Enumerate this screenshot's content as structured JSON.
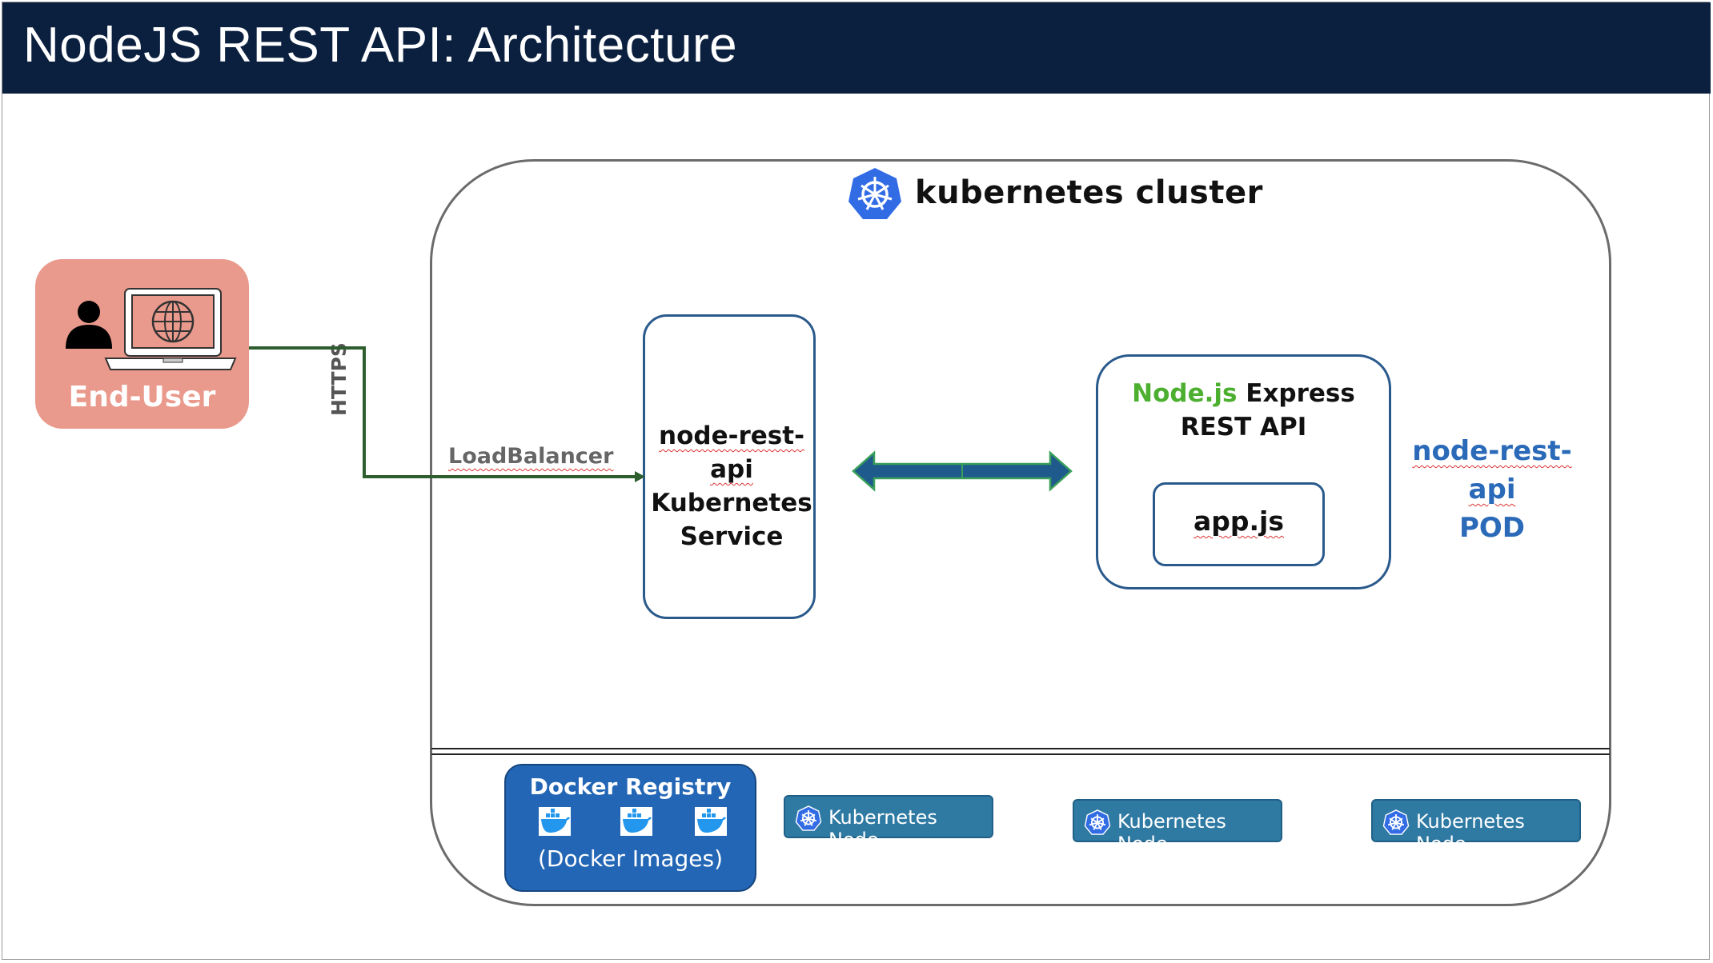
{
  "slide": {
    "title": "NodeJS REST API: Architecture"
  },
  "cluster": {
    "title": "kubernetes cluster",
    "logo_icon": "kubernetes-helm-icon"
  },
  "end_user": {
    "label": "End-User",
    "fill_color": "#ea9a8c",
    "icons": [
      "person-icon",
      "laptop-globe-icon"
    ]
  },
  "connection": {
    "protocol_label": "HTTPS",
    "service_type_label": "LoadBalancer",
    "line_color": "#2e5e2e"
  },
  "service": {
    "line1": "node-rest-api",
    "line2": "Kubernetes",
    "line3": "Service"
  },
  "pod": {
    "title_nodejs": "Node.js",
    "title_express": " Express",
    "title_line2": "REST API",
    "app_file": "app.js",
    "name_line1": "node-rest-api",
    "name_line2": "POD",
    "name_color": "#2a6ab8"
  },
  "registry": {
    "title": "Docker Registry",
    "subtitle": "(Docker Images)",
    "icon": "docker-whale-icon",
    "fill_color": "#2366b5"
  },
  "nodes": [
    {
      "label": "Kubernetes Node"
    },
    {
      "label": "Kubernetes Node"
    },
    {
      "label": "Kubernetes Node"
    }
  ],
  "colors": {
    "header": "#0b1f3f",
    "arrow_fill": "#1f5a8c",
    "arrow_border": "#3aa05a",
    "node_fill": "#2f7aa3"
  }
}
